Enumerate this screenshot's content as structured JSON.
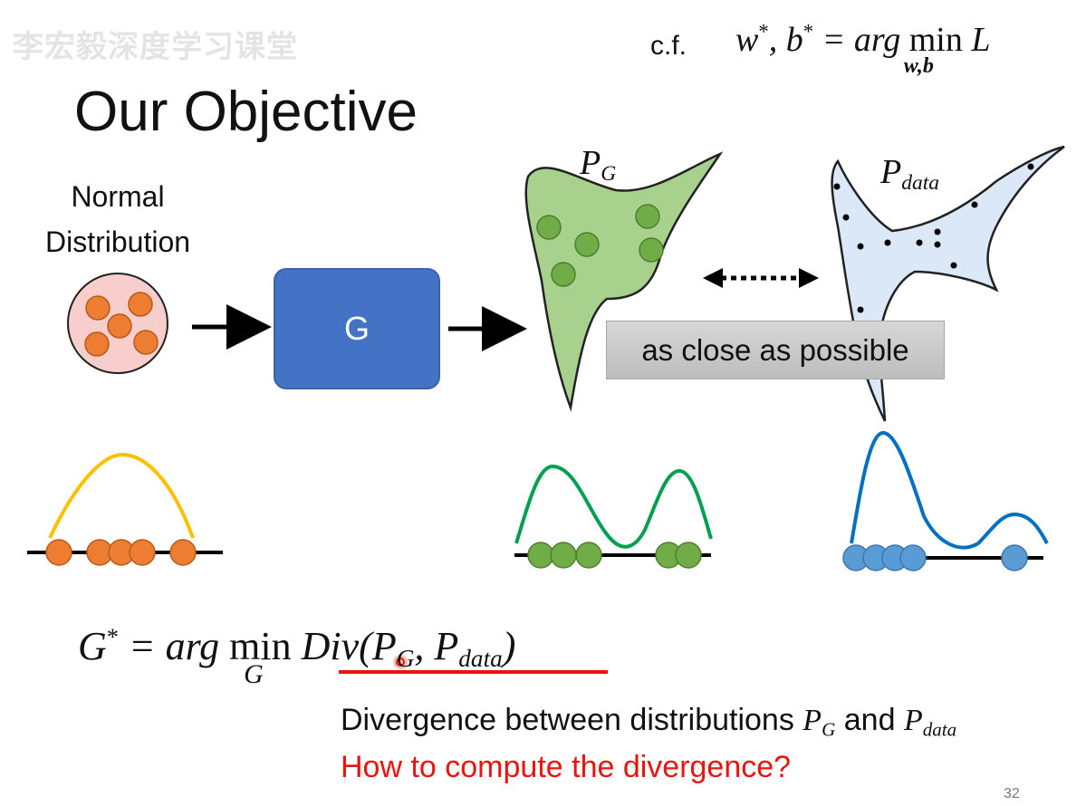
{
  "watermark": "李宏毅深度学习课堂",
  "title": "Our Objective",
  "cf": {
    "label": "c.f.",
    "lhs": "w",
    "star1": "*",
    "comma_b": ", b",
    "star2": "*",
    "eq": " = arg ",
    "min": "min",
    "sub": "w,b",
    "rhs": " L"
  },
  "normal_label": [
    "Normal",
    "Distribution"
  ],
  "generator_label": "G",
  "pg_label": {
    "p": "P",
    "sub": "G"
  },
  "pdata_label": {
    "p": "P",
    "sub": "data"
  },
  "close_label": "as close as possible",
  "objective": {
    "g": "G",
    "star": "*",
    "eq": " = arg ",
    "min": "min",
    "min_sub": "G",
    "div": "Div",
    "open": "(",
    "p1": "P",
    "p1_sub": "G",
    "comma": ", ",
    "p2": "P",
    "p2_sub": "data",
    "close": ")"
  },
  "divergence_text": {
    "prefix": "Divergence between distributions ",
    "p1": "P",
    "p1_sub": "G",
    "and": " and ",
    "p2": "P",
    "p2_sub": "data"
  },
  "question": "How to compute the divergence?",
  "page_number": "32",
  "colors": {
    "orange": "#ed7d31",
    "green": "#70ad47",
    "blue": "#5b9bd5",
    "yellow": "#ffc000",
    "generator": "#4472c4",
    "red": "#e8150c"
  }
}
